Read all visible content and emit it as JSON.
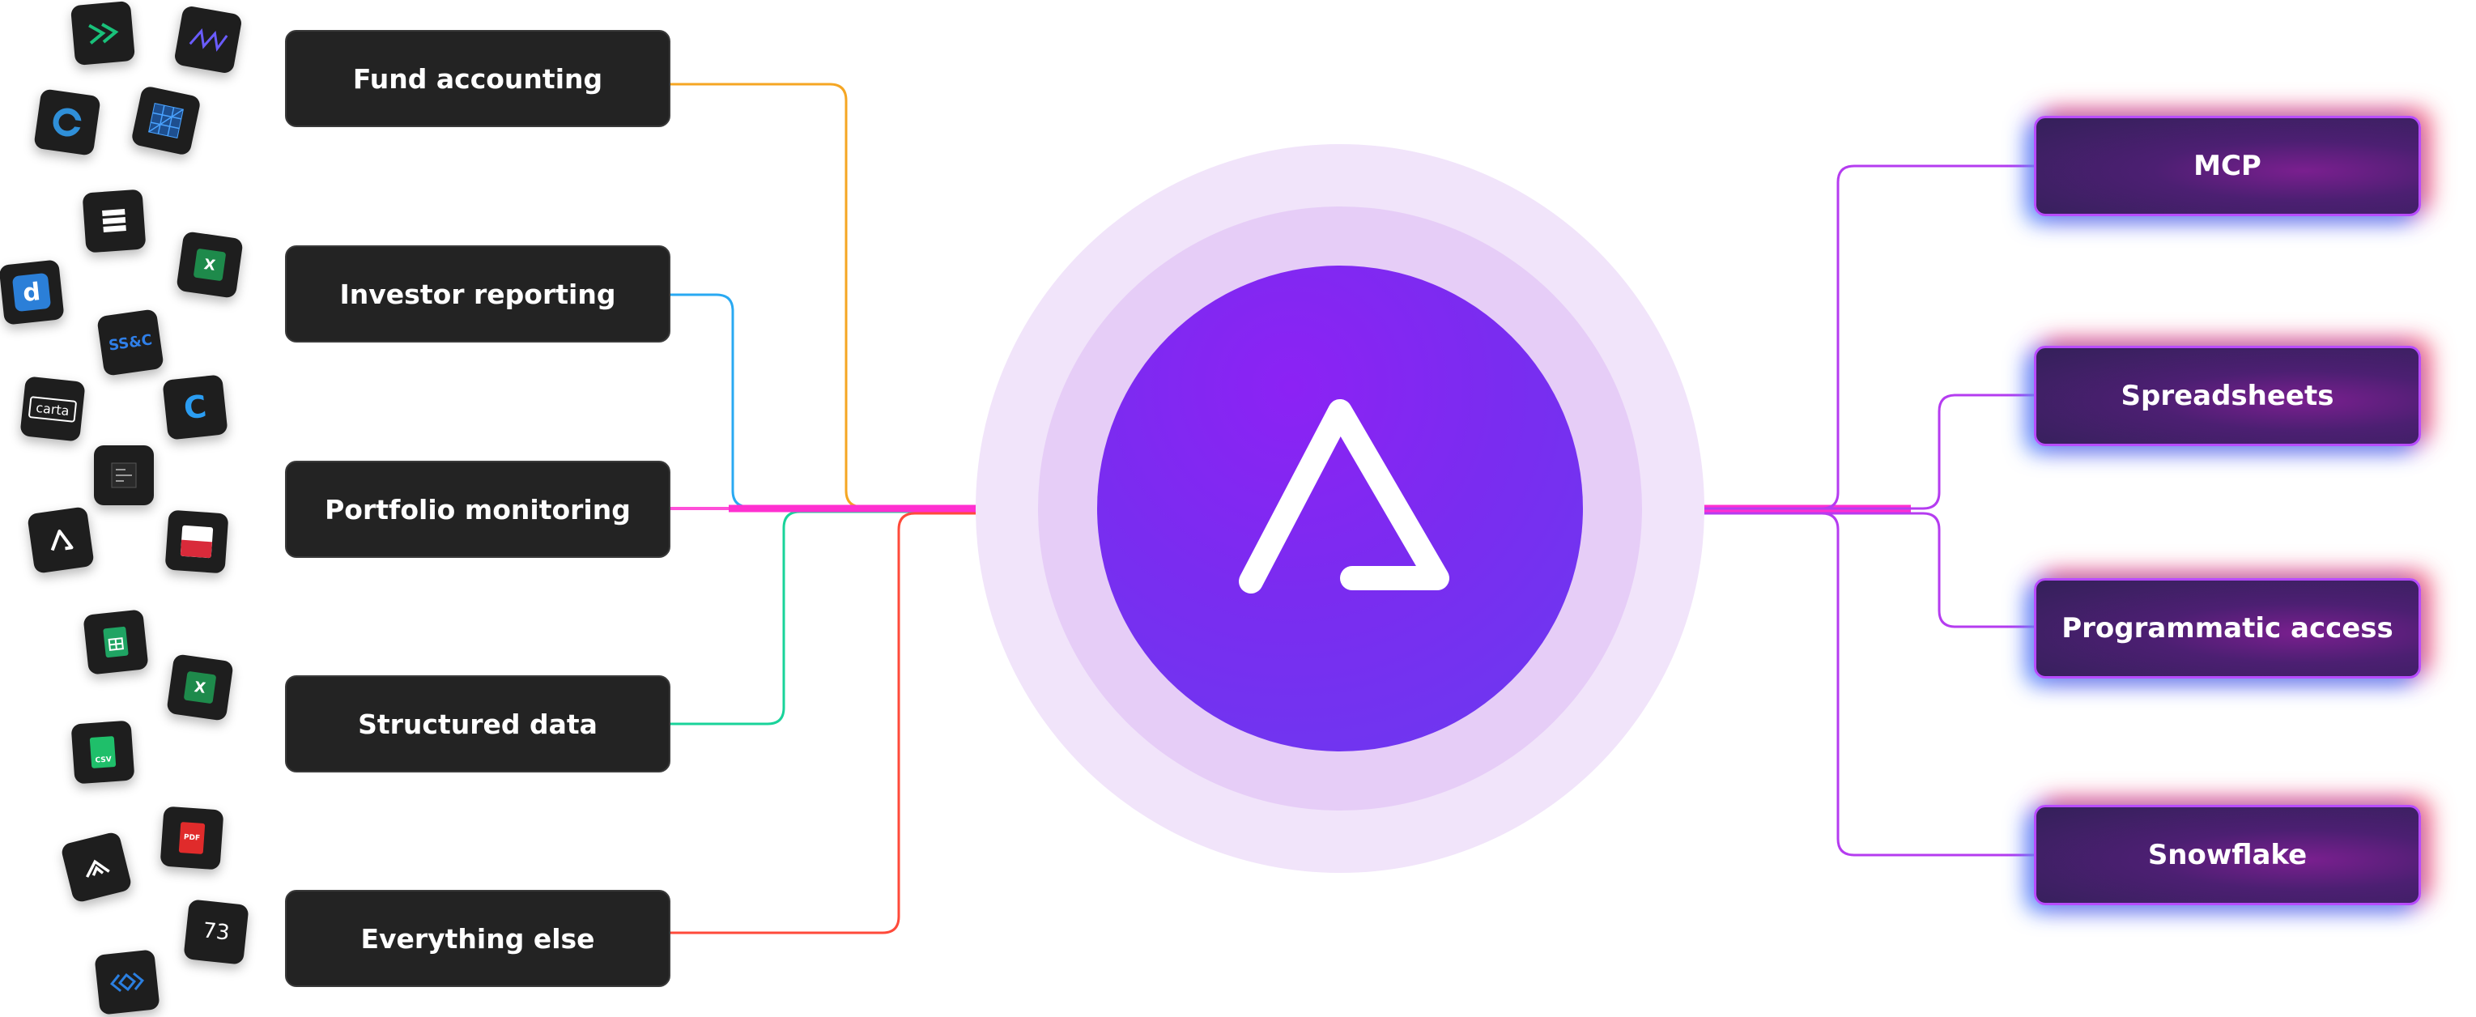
{
  "diagram": {
    "hub": {
      "icon": "logo-triangle-icon"
    },
    "categories": [
      {
        "id": "fund-accounting",
        "label": "Fund accounting",
        "line_color": "#f5a623"
      },
      {
        "id": "investor-reporting",
        "label": "Investor reporting",
        "line_color": "#29a9f2"
      },
      {
        "id": "portfolio-monitoring",
        "label": "Portfolio monitoring",
        "line_color": "#ff4fd8"
      },
      {
        "id": "structured-data",
        "label": "Structured data",
        "line_color": "#19d39a"
      },
      {
        "id": "everything-else",
        "label": "Everything else",
        "line_color": "#ff4a3a"
      }
    ],
    "outputs": [
      {
        "id": "mcp",
        "label": "MCP"
      },
      {
        "id": "spreadsheets",
        "label": "Spreadsheets"
      },
      {
        "id": "programmatic-access",
        "label": "Programmatic access"
      },
      {
        "id": "snowflake",
        "label": "Snowflake"
      }
    ],
    "output_line_color": "#b53cf0",
    "source_tiles": [
      {
        "icon": "arrow-logo-icon"
      },
      {
        "icon": "zigzag-logo-icon"
      },
      {
        "icon": "c-circle-logo-icon"
      },
      {
        "icon": "grid-logo-icon"
      },
      {
        "icon": "stacked-bars-logo-icon"
      },
      {
        "icon": "excel-icon",
        "text": "X"
      },
      {
        "icon": "d-logo-icon",
        "text": "d"
      },
      {
        "icon": "ssc-logo-icon",
        "text": "SS&C"
      },
      {
        "icon": "carta-logo-icon",
        "text": "carta"
      },
      {
        "icon": "c-logo-icon",
        "text": "C"
      },
      {
        "icon": "document-lines-icon"
      },
      {
        "icon": "triangle-logo-icon"
      },
      {
        "icon": "red-white-logo-icon"
      },
      {
        "icon": "google-sheets-icon"
      },
      {
        "icon": "excel-icon",
        "text": "X"
      },
      {
        "icon": "csv-file-icon",
        "text": "CSV"
      },
      {
        "icon": "chevron-logo-icon"
      },
      {
        "icon": "pdf-file-icon",
        "text": "PDF"
      },
      {
        "icon": "seventy-three-logo-icon",
        "text": "73"
      },
      {
        "icon": "double-chevron-logo-icon"
      }
    ],
    "colors": {
      "hub_core": "#7c2cf0",
      "hub_inner_ring": "#e3c6f7",
      "hub_outer_ring": "#f1e4fa",
      "box_bg": "#232323"
    }
  }
}
